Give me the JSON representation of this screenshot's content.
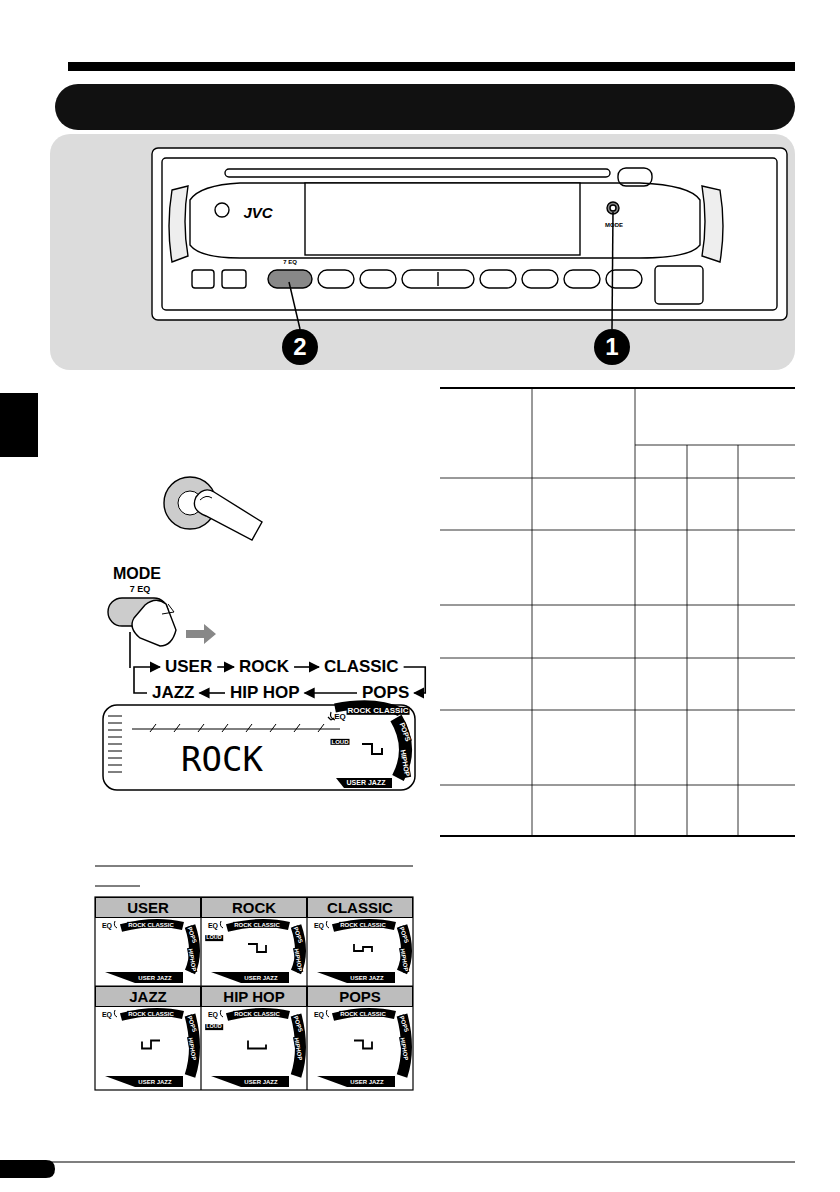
{
  "diagram": {
    "nodes": [
      {
        "text": [
          "USER"
        ]
      },
      {
        "text": [
          "ROCK"
        ]
      },
      {
        "text": [
          "CLASSIC"
        ]
      },
      {
        "text": [
          "JAZZ"
        ]
      },
      {
        "text": [
          "HIP HOP"
        ]
      },
      {
        "text": [
          "POPS"
        ]
      },
      {
        "text": [
          "USER"
        ]
      },
      {
        "text": [
          "ROCK"
        ]
      },
      {
        "text": [
          "CLASSIC"
        ]
      },
      {
        "text": [
          "JAZZ"
        ]
      },
      {
        "text": [
          "HIP HOP"
        ]
      },
      {
        "text": [
          "POPS"
        ]
      }
    ],
    "edges": [
      {
        "from": 0,
        "to": 1,
        "arrow": "to"
      },
      {
        "from": 1,
        "to": 2,
        "arrow": "to"
      },
      {
        "from": 2,
        "to": 5,
        "arrow": "to"
      },
      {
        "from": 5,
        "to": 4,
        "arrow": "to"
      },
      {
        "from": 4,
        "to": 3,
        "arrow": "to"
      },
      {
        "from": 3,
        "to": 0,
        "arrow": "to"
      }
    ],
    "labels": [
      "JVC",
      "MODE",
      "7 EQ",
      "2",
      "1",
      "MODE",
      "7 EQ",
      "EQ",
      "ROCK CLASSIC",
      "POPS",
      "LOUD",
      "ROCK",
      "HIPHOP",
      "USER JAZZ",
      "EQ",
      "ROCK CLASSIC",
      "POPS",
      "HIPHOP",
      "USER JAZZ",
      "EQ",
      "ROCK CLASSIC",
      "POPS",
      "LOUD",
      "HIPHOP",
      "USER JAZZ",
      "EQ",
      "ROCK CLASSIC",
      "POPS",
      "HIPHOP",
      "USER JAZZ",
      "EQ",
      "ROCK CLASSIC",
      "POPS",
      "HIPHOP",
      "USER JAZZ",
      "EQ",
      "ROCK CLASSIC",
      "POPS",
      "LOUD",
      "HIPHOP",
      "USER JAZZ",
      "EQ",
      "ROCK CLASSIC",
      "POPS",
      "HIPHOP",
      "USER JAZZ"
    ]
  }
}
